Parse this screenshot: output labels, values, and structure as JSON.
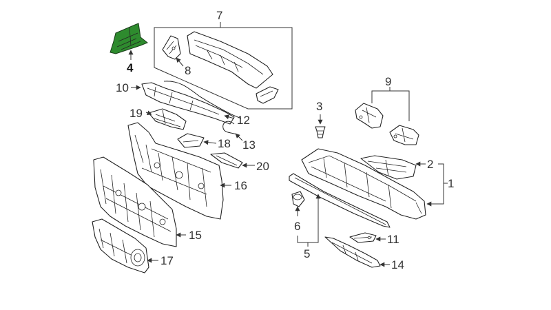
{
  "highlight_color": "#2e8b2e",
  "highlighted_part": "4",
  "callouts": {
    "c1": "1",
    "c2": "2",
    "c3": "3",
    "c4": "4",
    "c5": "5",
    "c6": "6",
    "c7": "7",
    "c8": "8",
    "c9": "9",
    "c10": "10",
    "c11": "11",
    "c12": "12",
    "c13": "13",
    "c14": "14",
    "c15": "15",
    "c16": "16",
    "c17": "17",
    "c18": "18",
    "c19": "19",
    "c20": "20"
  }
}
